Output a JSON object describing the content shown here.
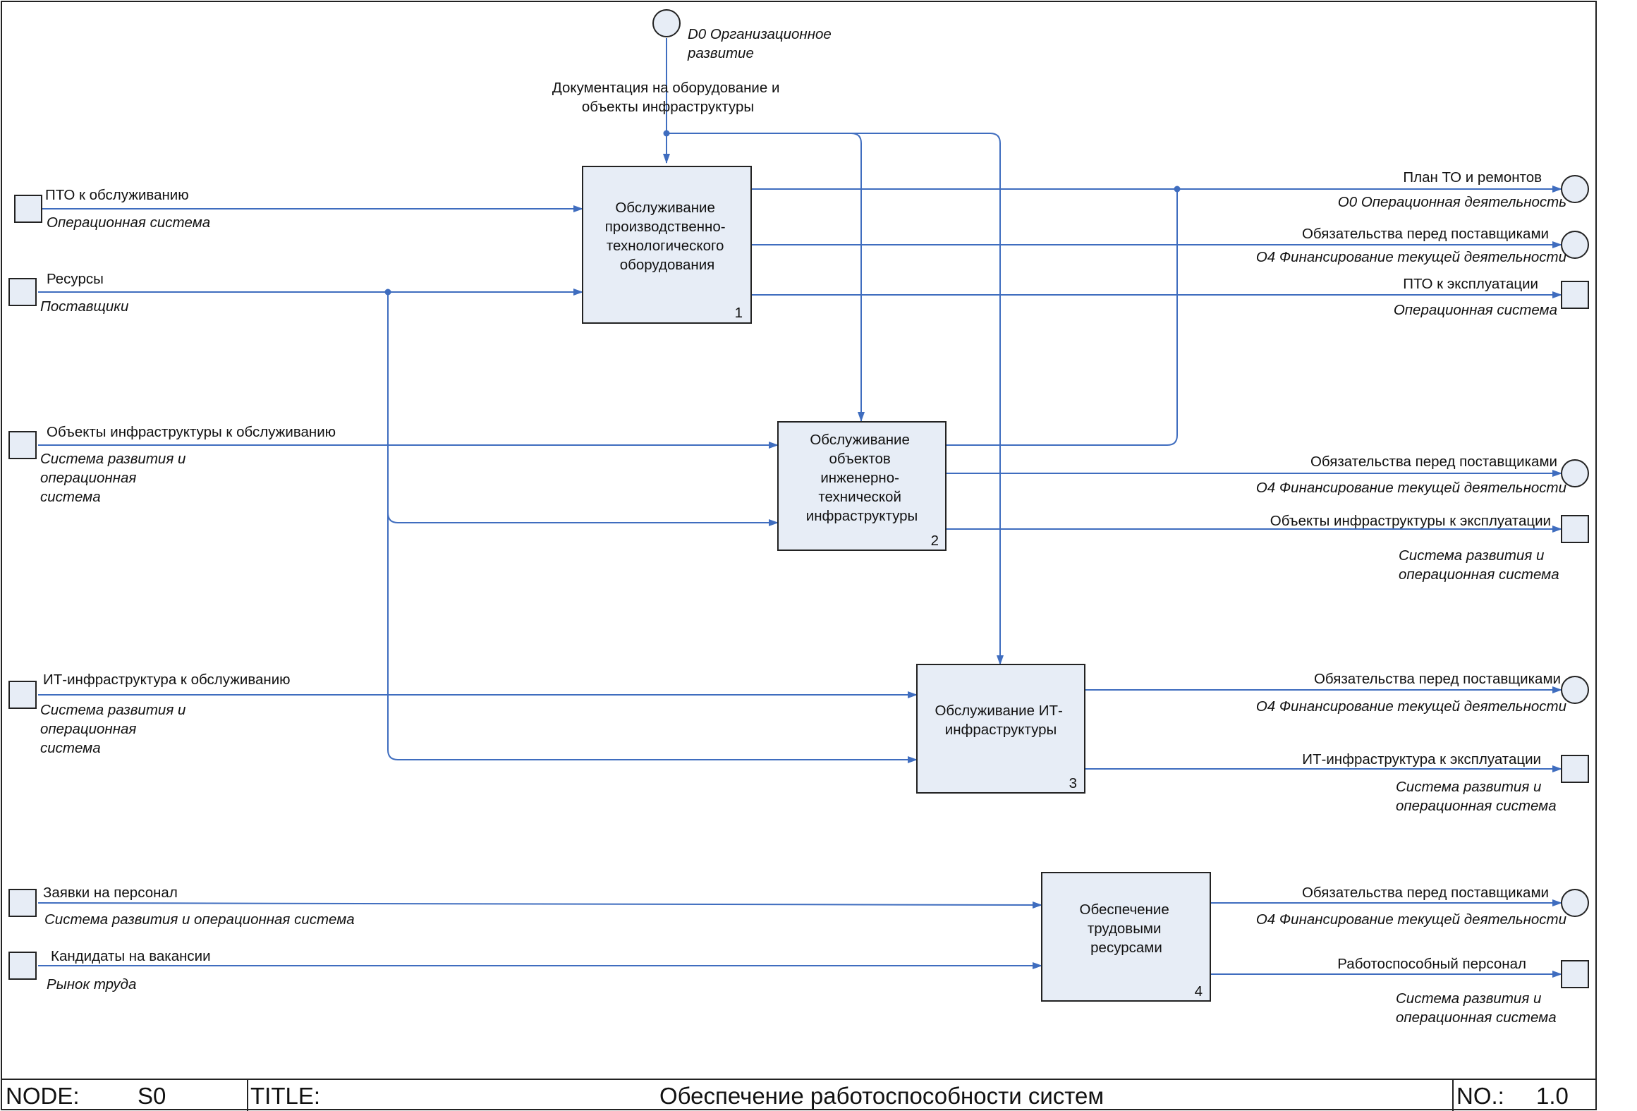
{
  "diagram": {
    "activities": [
      {
        "id": "a1",
        "lines": [
          "Обслуживание",
          "производственно-",
          "технологического",
          "оборудования"
        ],
        "number": "1"
      },
      {
        "id": "a2",
        "lines": [
          "Обслуживание",
          "объектов",
          "инженерно-",
          "технической",
          "инфраструктуры"
        ],
        "number": "2"
      },
      {
        "id": "a3",
        "lines": [
          "Обслуживание ИТ-",
          "инфраструктуры"
        ],
        "number": "3"
      },
      {
        "id": "a4",
        "lines": [
          "Обеспечение",
          "трудовыми",
          "ресурсами"
        ],
        "number": "4"
      }
    ],
    "control": {
      "source_lines": [
        "D0 Организационное",
        "развитие"
      ],
      "label_lines": [
        "Документация на оборудование и",
        "объекты инфраструктуры"
      ]
    },
    "inputs": [
      {
        "id": "in1",
        "label": "ПТО к обслуживанию",
        "source_lines": [
          "Операционная система"
        ]
      },
      {
        "id": "in2",
        "label": "Ресурсы",
        "source_lines": [
          "Поставщики"
        ]
      },
      {
        "id": "in3",
        "label": "Объекты инфраструктуры к обслуживанию",
        "source_lines": [
          "Система развития и",
          "операционная",
          "система"
        ]
      },
      {
        "id": "in4",
        "label": "ИТ-инфраструктура к обслуживанию",
        "source_lines": [
          "Система развития и",
          "операционная",
          "система"
        ]
      },
      {
        "id": "in5",
        "label": "Заявки на персонал",
        "source_lines": [
          "Система развития и операционная система"
        ]
      },
      {
        "id": "in6",
        "label": "Кандидаты на вакансии",
        "source_lines": [
          "Рынок труда"
        ]
      }
    ],
    "outputs": [
      {
        "id": "out1",
        "label": "План ТО и ремонтов",
        "dest_lines": [
          "O0 Операционная деятельность"
        ],
        "kind": "circle"
      },
      {
        "id": "out2",
        "label": "Обязательства перед поставщиками",
        "dest_lines": [
          "O4 Финансирование текущей деятельности"
        ],
        "kind": "circle"
      },
      {
        "id": "out3",
        "label": "ПТО к эксплуатации",
        "dest_lines": [
          "Операционная система"
        ],
        "kind": "square"
      },
      {
        "id": "out4",
        "label": "Обязательства перед поставщиками",
        "dest_lines": [
          "O4 Финансирование текущей деятельности"
        ],
        "kind": "circle"
      },
      {
        "id": "out5",
        "label": "Объекты инфраструктуры к эксплуатации",
        "dest_lines": [
          "Система развития и",
          "операционная система"
        ],
        "kind": "square"
      },
      {
        "id": "out6",
        "label": "Обязательства перед поставщиками",
        "dest_lines": [
          "O4 Финансирование текущей деятельности"
        ],
        "kind": "circle"
      },
      {
        "id": "out7",
        "label": "ИТ-инфраструктура к эксплуатации",
        "dest_lines": [
          "Система развития и",
          "операционная система"
        ],
        "kind": "square"
      },
      {
        "id": "out8",
        "label": "Обязательства перед поставщиками",
        "dest_lines": [
          "O4 Финансирование текущей деятельности"
        ],
        "kind": "circle"
      },
      {
        "id": "out9",
        "label": "Работоспособный персонал",
        "dest_lines": [
          "Система развития и",
          "операционная система"
        ],
        "kind": "square"
      }
    ]
  },
  "footer": {
    "node_label": "NODE:",
    "node_value": "S0",
    "title_label": "TITLE:",
    "title_value": "Обеспечение работоспособности систем",
    "no_label": "NO.:",
    "no_value": "1.0"
  },
  "colors": {
    "arrow": "#3f6dbf",
    "box_fill": "#e7edf6",
    "border": "#222222"
  }
}
